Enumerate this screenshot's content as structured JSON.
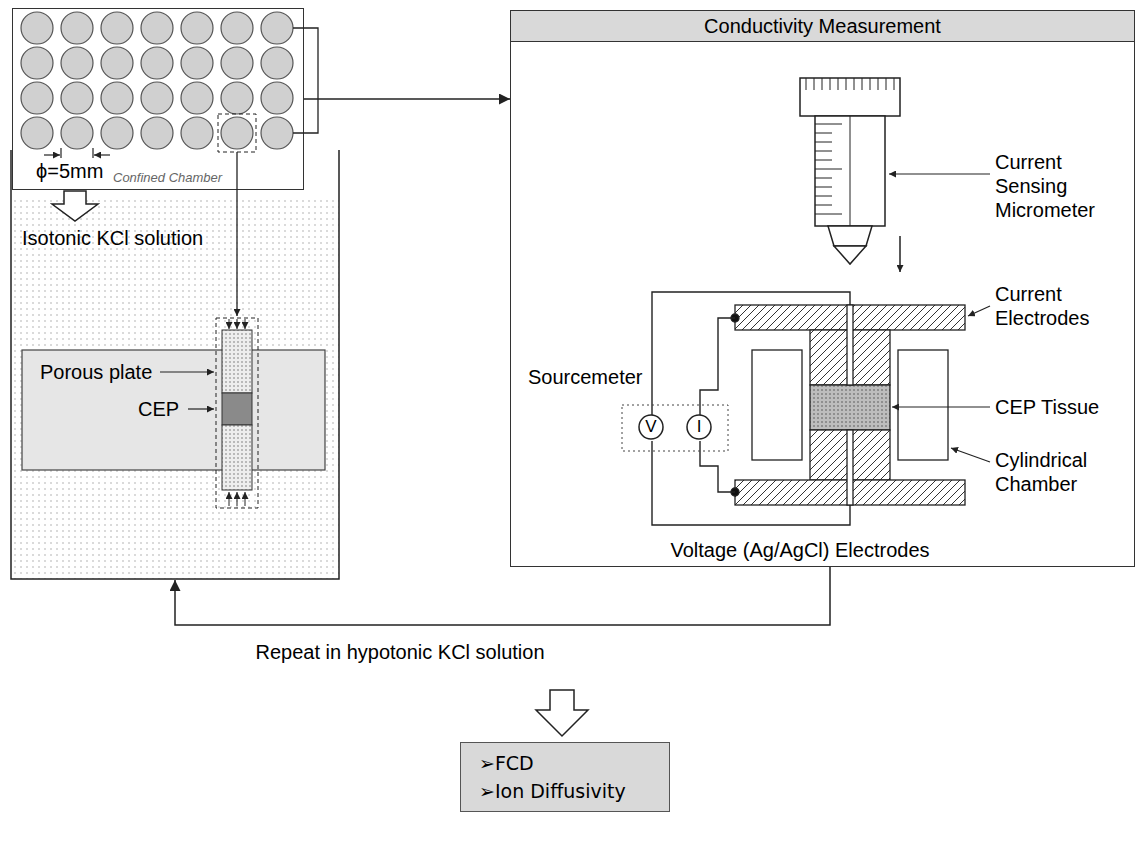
{
  "diagram": {
    "nodes": [
      {
        "text": [
          "Confined Chamber"
        ]
      },
      {
        "text": [
          "Isotonic KCl solution"
        ]
      },
      {
        "text": [
          "Conductivity Measurement"
        ]
      },
      {
        "text": [
          "V"
        ],
        "in": 2
      },
      {
        "text": [
          "I"
        ],
        "in": 2
      },
      {
        "text": [
          "➢FCD",
          "➢Ion Diffusivity"
        ]
      }
    ],
    "edges": [
      {
        "from": 0,
        "to": 2,
        "arrow": "to"
      },
      {
        "from": 2,
        "to": 1,
        "arrow": "to",
        "label": "Repeat in hypotonic KCl solution"
      }
    ],
    "labels": [
      "ϕ=5mm",
      "Porous plate",
      "CEP",
      "Current Sensing Micrometer",
      "Sourcemeter",
      "Current Electrodes",
      "CEP Tissue",
      "Cylindrical Chamber",
      "Voltage (Ag/AgCl) Electrodes"
    ]
  }
}
